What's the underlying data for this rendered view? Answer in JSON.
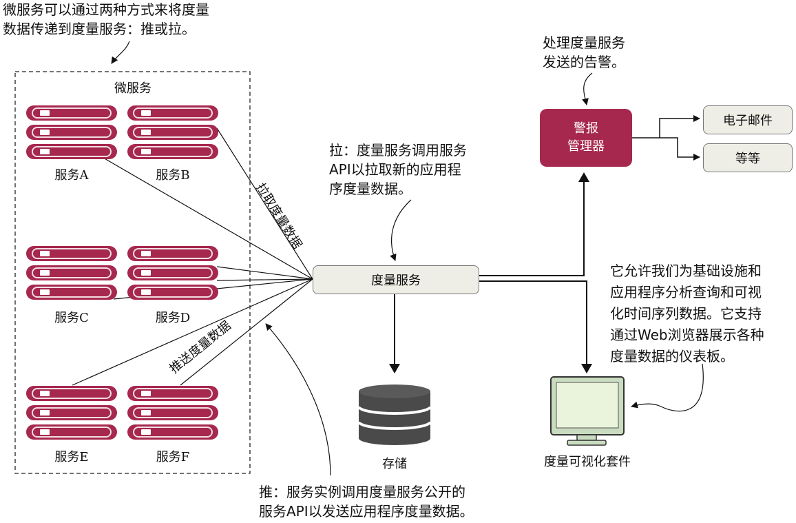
{
  "notes": {
    "top_left_line1": "微服务可以通过两种方式来将度量",
    "top_left_line2": "数据传递到度量服务：推或拉。",
    "alert_note_line1": "处理度量服务",
    "alert_note_line2": "发送的告警。",
    "pull_note_line1": "拉：度量服务调用服务",
    "pull_note_line2": "API以拉取新的应用程",
    "pull_note_line3": "序度量数据。",
    "viz_note_line1": "它允许我们为基础设施和",
    "viz_note_line2": "应用程序分析查询和可视",
    "viz_note_line3": "化时间序列数据。它支持",
    "viz_note_line4": "通过Web浏览器展示各种",
    "viz_note_line5": "度量数据的仪表板。",
    "push_note_line1": "推：服务实例调用度量服务公开的",
    "push_note_line2": "服务API以发送应用程序度量数据。"
  },
  "microservices": {
    "title": "微服务",
    "services": [
      "服务A",
      "服务B",
      "服务C",
      "服务D",
      "服务E",
      "服务F"
    ]
  },
  "edges": {
    "pull_label": "拉取度量数据",
    "push_label": "推送度量数据"
  },
  "metrics_service": {
    "label": "度量服务"
  },
  "storage": {
    "label": "存储"
  },
  "alert_manager": {
    "line1": "警报",
    "line2": "管理器"
  },
  "outputs": {
    "email": "电子邮件",
    "etc": "等等"
  },
  "visualization": {
    "label": "度量可视化套件"
  },
  "colors": {
    "server": "#a6284f",
    "alert_box": "#a6284f",
    "box_fill": "#eeeee6",
    "storage": "#4a4a4a",
    "monitor_screen": "#eaf4dc",
    "monitor_frame": "#c9dcc0"
  },
  "icons": [
    "server-stack-icon",
    "database-icon",
    "monitor-icon"
  ]
}
